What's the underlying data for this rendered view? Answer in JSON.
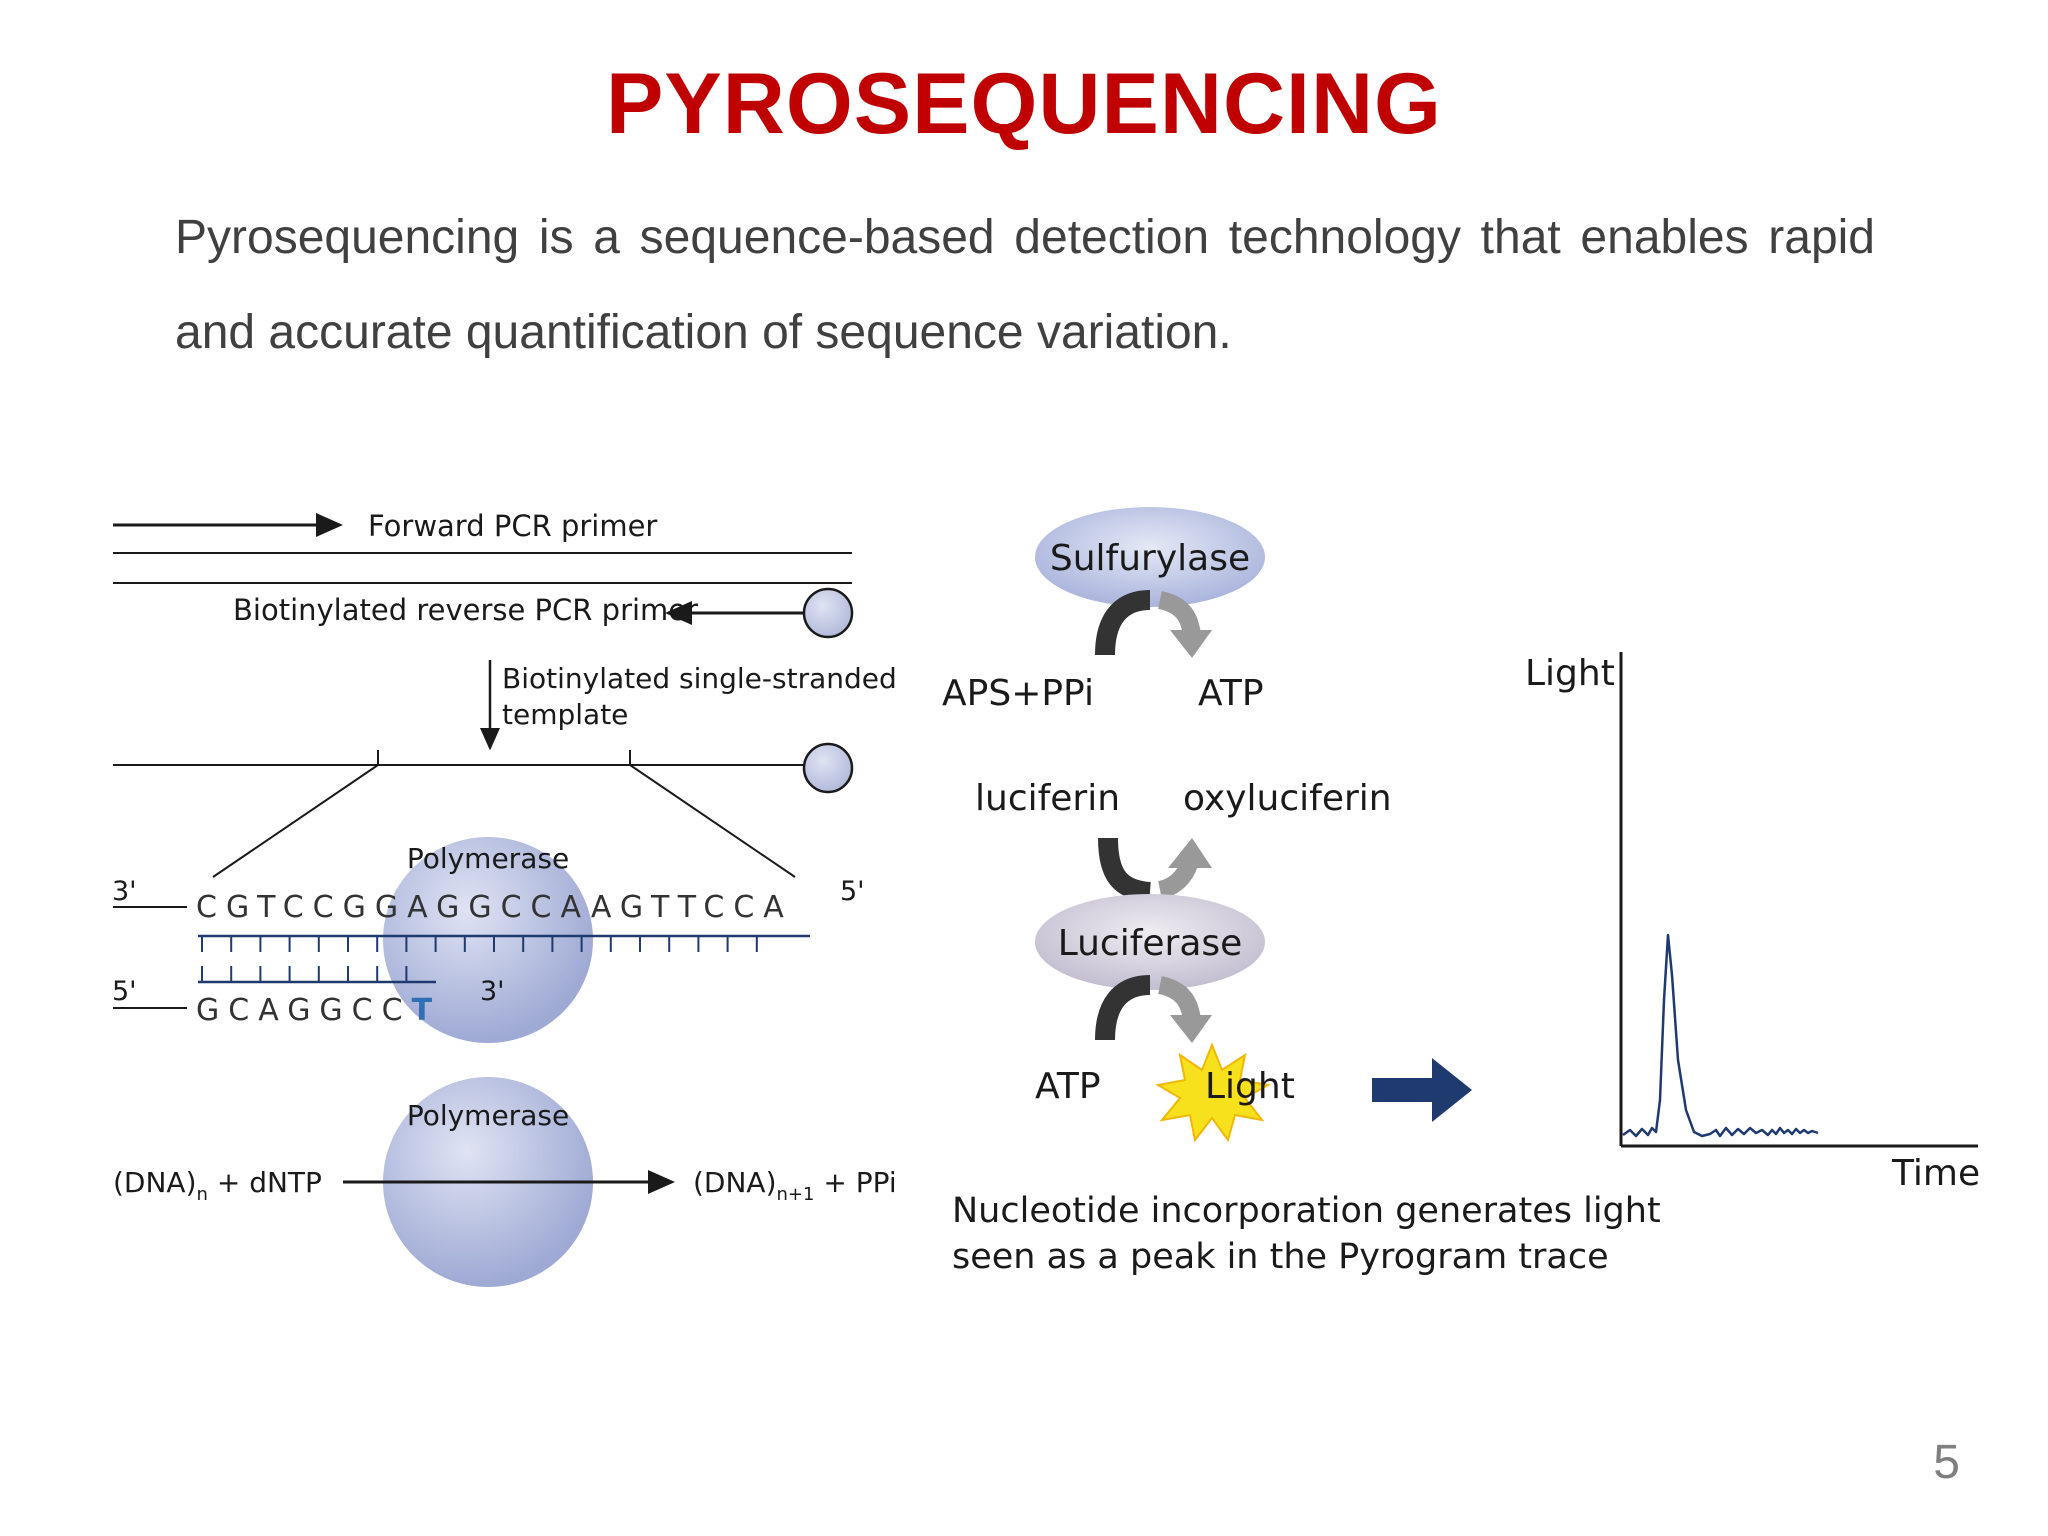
{
  "slide": {
    "title": "PYROSEQUENCING",
    "intro": "Pyrosequencing is a sequence-based detection technology that enables rapid and accurate quantification of sequence variation.",
    "page_number": "5"
  },
  "left_panel": {
    "forward_primer": "Forward PCR primer",
    "reverse_primer": "Biotinylated reverse PCR primer",
    "template_line1": "Biotinylated single-stranded",
    "template_line2": "template",
    "polymerase": "Polymerase",
    "three_prime": "3'",
    "five_prime": "5'",
    "template_seq_a": "CGTCCGG",
    "template_seq_b": "AGGCCAAGTTCCA",
    "primer_seq": "GCAGGCC",
    "added_base": "T",
    "reaction_left": "(DNA)",
    "reaction_left_sub": "n",
    "reaction_left_plus": " + dNTP",
    "reaction_right": "(DNA)",
    "reaction_right_sub": "n+1",
    "reaction_right_plus": " + PPi"
  },
  "middle_panel": {
    "sulfurylase": "Sulfurylase",
    "aps_ppi": "APS+PPi",
    "atp": "ATP",
    "luciferin": "luciferin",
    "oxyluciferin": "oxyluciferin",
    "luciferase": "Luciferase",
    "light": "Light",
    "caption_line1": "Nucleotide incorporation generates light",
    "caption_line2": "seen as a peak in the Pyrogram trace"
  },
  "pyrogram": {
    "y_axis_label": "Light",
    "x_axis_label": "Time"
  },
  "colors": {
    "title": "#c00000",
    "body_text": "#404040",
    "bead": "#b7bfdc",
    "polymerase_sphere": "#a9b3da",
    "dark_arrow": "#333333",
    "grey_arrow": "#999999",
    "big_arrow": "#1f3a6e",
    "trace": "#1f3a6e",
    "burst": "#f6e11c"
  }
}
